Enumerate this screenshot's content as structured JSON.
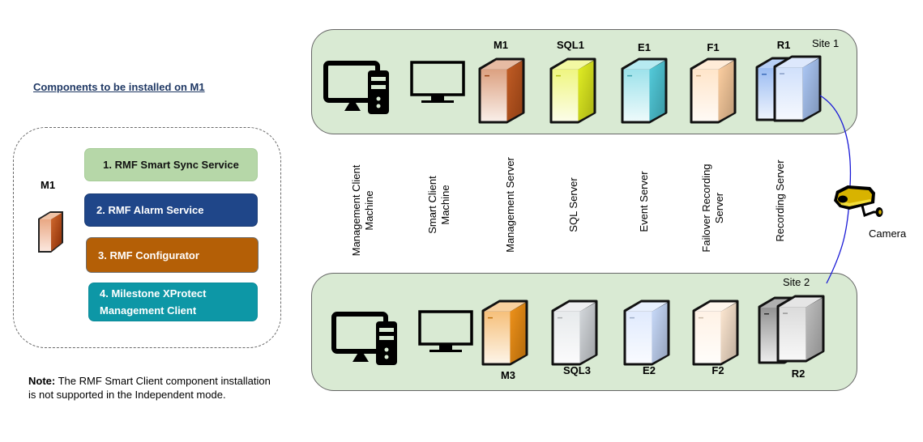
{
  "left_panel": {
    "title": "Components to be installed on M1",
    "server_label": "M1",
    "components": [
      {
        "label": "1. RMF Smart Sync Service",
        "color": "#b6d7a8"
      },
      {
        "label": "2. RMF Alarm Service",
        "color": "#1f4689"
      },
      {
        "label": "3.  RMF Configurator",
        "color": "#b45f06"
      },
      {
        "label_line1": "4. Milestone XProtect",
        "label_line2": "Management Client",
        "color": "#0d97a6"
      }
    ],
    "note_prefix": "Note:",
    "note_text": " The RMF Smart Client component installation is not supported in the Independent mode."
  },
  "site1": {
    "label": "Site 1",
    "servers": [
      {
        "id": "M1",
        "color": "#c0541a"
      },
      {
        "id": "SQL1",
        "color": "#e2ef1a"
      },
      {
        "id": "E1",
        "color": "#4ccadb"
      },
      {
        "id": "F1",
        "color": "#ffcf9e"
      },
      {
        "id": "R1",
        "color": "#4a86e8"
      }
    ]
  },
  "site2": {
    "label": "Site 2",
    "servers": [
      {
        "id": "M3",
        "color": "#ef8d0f"
      },
      {
        "id": "SQL3",
        "color": "#d4d8dc"
      },
      {
        "id": "E2",
        "color": "#c6d9fb"
      },
      {
        "id": "F2",
        "color": "#ffe8d1"
      },
      {
        "id": "R2",
        "color": "#7a7a7a"
      }
    ]
  },
  "role_labels": [
    {
      "line1": "Management Client",
      "line2": "Machine"
    },
    {
      "line1": "Smart Client",
      "line2": "Machine"
    },
    {
      "line1": "Management Server",
      "line2": ""
    },
    {
      "line1": "SQL Server",
      "line2": ""
    },
    {
      "line1": "Event  Server",
      "line2": ""
    },
    {
      "line1": "Failover Recording",
      "line2": "Server"
    },
    {
      "line1": "Recording Server",
      "line2": ""
    }
  ],
  "camera": {
    "label": "Camera",
    "link_color": "#1a1ad6"
  }
}
